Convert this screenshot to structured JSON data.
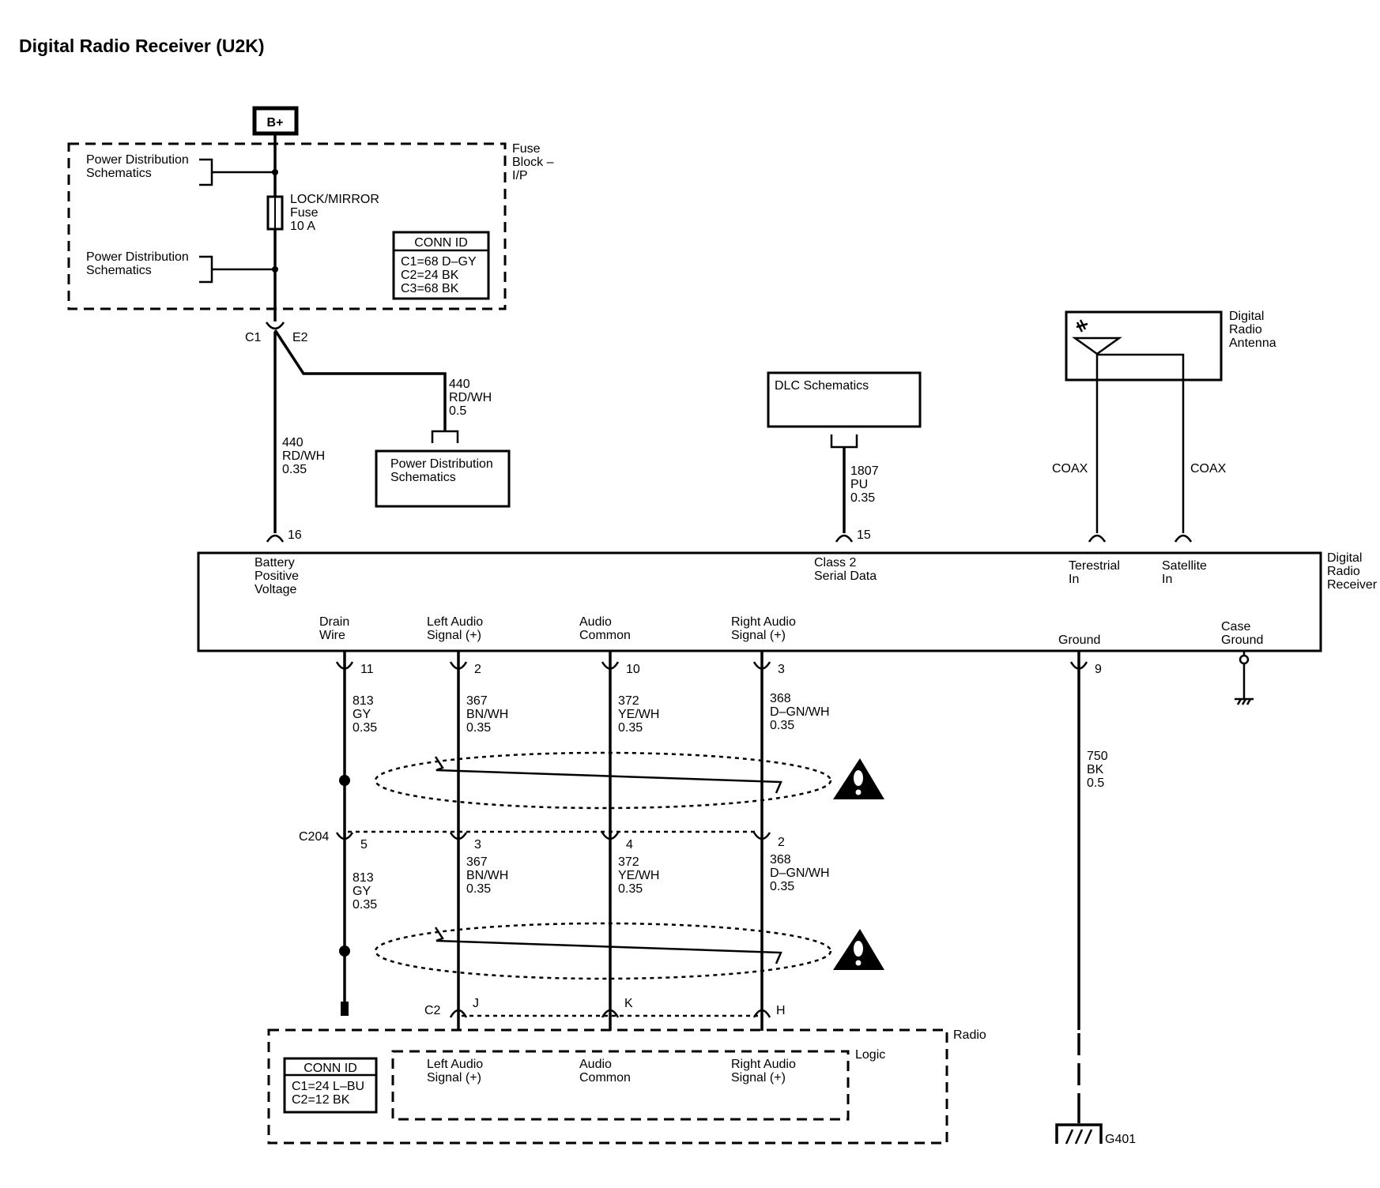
{
  "title": "Digital Radio Receiver (U2K)",
  "power_source": "B+",
  "fuse_block": {
    "label": [
      "Fuse",
      "Block –",
      "I/P"
    ],
    "pd_schematics_1": [
      "Power Distribution",
      "Schematics"
    ],
    "pd_schematics_2": [
      "Power Distribution",
      "Schematics"
    ],
    "fuse_label": [
      "LOCK/MIRROR",
      "Fuse",
      "10 A"
    ],
    "conn_id": {
      "header": "CONN ID",
      "rows": [
        "C1=68 D–GY",
        "C2=24 BK",
        "C3=68 BK"
      ]
    }
  },
  "splice": {
    "left": "C1",
    "right": "E2"
  },
  "wires": {
    "batt": [
      "440",
      "RD/WH",
      "0.35"
    ],
    "pd_branch": [
      "440",
      "RD/WH",
      "0.5"
    ],
    "class2": [
      "1807",
      "PU",
      "0.35"
    ],
    "drain_upper": [
      "813",
      "GY",
      "0.35"
    ],
    "left_upper": [
      "367",
      "BN/WH",
      "0.35"
    ],
    "common_upper": [
      "372",
      "YE/WH",
      "0.35"
    ],
    "right_upper": [
      "368",
      "D–GN/WH",
      "0.35"
    ],
    "drain_lower": [
      "813",
      "GY",
      "0.35"
    ],
    "left_lower": [
      "367",
      "BN/WH",
      "0.35"
    ],
    "common_lower": [
      "372",
      "YE/WH",
      "0.35"
    ],
    "right_lower": [
      "368",
      "D–GN/WH",
      "0.35"
    ],
    "ground": [
      "750",
      "BK",
      "0.5"
    ]
  },
  "pd_box": [
    "Power Distribution",
    "Schematics"
  ],
  "dlc_box": "DLC Schematics",
  "antenna": {
    "label": [
      "Digital",
      "Radio",
      "Antenna"
    ],
    "coax_left": "COAX",
    "coax_right": "COAX"
  },
  "receiver": {
    "name": [
      "Digital",
      "Radio",
      "Receiver"
    ],
    "battery_positive": [
      "Battery",
      "Positive",
      "Voltage"
    ],
    "class2": [
      "Class 2",
      "Serial Data"
    ],
    "terrestrial": [
      "Terestrial",
      "In"
    ],
    "satellite": [
      "Satellite",
      "In"
    ],
    "drain": [
      "Drain",
      "Wire"
    ],
    "left_audio": [
      "Left Audio",
      "Signal (+)"
    ],
    "audio_common": [
      "Audio",
      "Common"
    ],
    "right_audio": [
      "Right Audio",
      "Signal (+)"
    ],
    "ground": "Ground",
    "case_ground": [
      "Case",
      "Ground"
    ]
  },
  "pins": {
    "batt": "16",
    "class2": "15",
    "drain": "11",
    "left": "2",
    "common": "10",
    "right": "3",
    "ground": "9",
    "c204": "C204",
    "c204_drain": "5",
    "c204_left": "3",
    "c204_common": "4",
    "c204_right": "2",
    "c2": "C2",
    "c2_left": "J",
    "c2_common": "K",
    "c2_right": "H"
  },
  "radio": {
    "label": "Radio",
    "logic": "Logic",
    "left_audio": [
      "Left Audio",
      "Signal (+)"
    ],
    "audio_common": [
      "Audio",
      "Common"
    ],
    "right_audio": [
      "Right Audio",
      "Signal (+)"
    ],
    "conn_id": {
      "header": "CONN ID",
      "rows": [
        "C1=24 L–BU",
        "C2=12 BK"
      ]
    }
  },
  "ground_point": "G401"
}
